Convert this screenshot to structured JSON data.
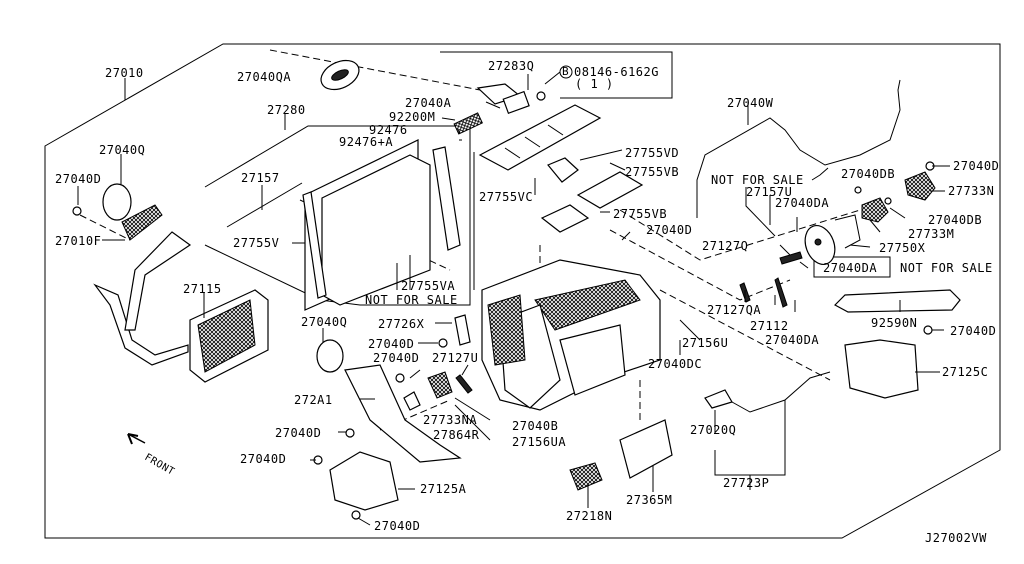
{
  "diagram": {
    "title_code": "J27002VW",
    "front_indicator": "FRONT",
    "labels": {
      "l27010": "27010",
      "l27040QA": "27040QA",
      "l27280": "27280",
      "l27283Q": "27283Q",
      "bolt_circle": "B",
      "bolt_part": "08146-6162G",
      "bolt_qty": "( 1 )",
      "l27040A": "27040A",
      "l92200M": "92200M",
      "l92476": "92476",
      "l92476A": "92476+A",
      "l27040Q_top": "27040Q",
      "l27040D_left": "27040D",
      "l27010F": "27010F",
      "l27157": "27157",
      "l27755V": "27755V",
      "l27115": "27115",
      "l27755VA": "27755VA",
      "nfs1": "NOT FOR SALE",
      "l27755VD": "27755VD",
      "l27755VC": "27755VC",
      "l27755VB_1": "27755VB",
      "l27755VB_2": "27755VB",
      "l27040D_mid": "27040D",
      "l27040W": "27040W",
      "nfs2": "NOT FOR SALE",
      "l27157U": "27157U",
      "l27040DA_1": "27040DA",
      "l27040DB_1": "27040DB",
      "l27040D_rt": "27040D",
      "l27733N": "27733N",
      "l27040DB_2": "27040DB",
      "l27733M": "27733M",
      "l27750X": "27750X",
      "l27127Q": "27127Q",
      "l27040DA_2": "27040DA",
      "nfs3": "NOT FOR SALE",
      "l27127QA": "27127QA",
      "l27112": "27112",
      "l27040DA_3": "27040DA",
      "l92590N": "92590N",
      "l27040D_r2": "27040D",
      "l27125C": "27125C",
      "l27156U": "27156U",
      "l27040DC": "27040DC",
      "l27040Q_low": "27040Q",
      "l27726X": "27726X",
      "l27040D_a": "27040D",
      "l27040D_b": "27040D",
      "l27127U": "27127U",
      "l272A1": "272A1",
      "l27733NA": "27733NA",
      "l27864R": "27864R",
      "l27040B": "27040B",
      "l27156UA": "27156UA",
      "l27040D_c": "27040D",
      "l27040D_d": "27040D",
      "l27125A": "27125A",
      "l27040D_e": "27040D",
      "l27020Q": "27020Q",
      "l27723P": "27723P",
      "l27365M": "27365M",
      "l27218N": "27218N"
    }
  }
}
